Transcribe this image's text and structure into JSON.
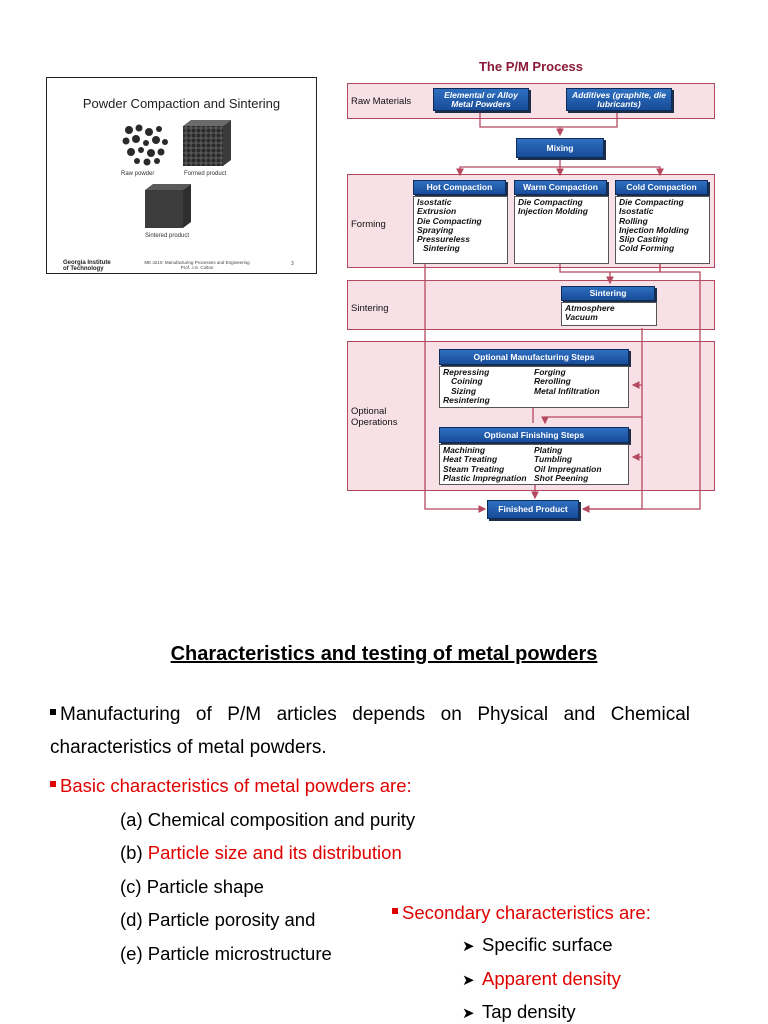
{
  "slide": {
    "title": "Powder Compaction and Sintering",
    "captions": [
      "Raw powder",
      "Formed product",
      "Sintered product"
    ],
    "logo_line1": "Georgia Institute",
    "logo_line2": "of Technology",
    "footer_line1": "ME 4210: Manufacturing Processes and Engineering",
    "footer_line2": "Prof. J.S. Colton",
    "page_number": "3"
  },
  "flowchart": {
    "title": "The P/M Process",
    "bands": [
      "Raw Materials",
      "Forming",
      "Sintering",
      "Optional Operations"
    ],
    "raw_boxes": [
      "Elemental or Alloy Metal Powders",
      "Additives (graphite, die lubricants)"
    ],
    "mixing": "Mixing",
    "hot": {
      "label": "Hot Compaction",
      "items": [
        "Isostatic",
        "Extrusion",
        "Die Compacting",
        "Spraying",
        "Pressureless",
        "Sintering"
      ]
    },
    "warm": {
      "label": "Warm Compaction",
      "items": [
        "Die Compacting",
        "Injection Molding"
      ]
    },
    "cold": {
      "label": "Cold Compaction",
      "items": [
        "Die Compacting",
        "Isostatic",
        "Rolling",
        "Injection Molding",
        "Slip Casting",
        "Cold Forming"
      ]
    },
    "sintering": {
      "label": "Sintering",
      "items": [
        "Atmosphere",
        "Vacuum"
      ]
    },
    "opt_mfg": {
      "label": "Optional Manufacturing Steps",
      "left": [
        "Repressing",
        "Coining",
        "Sizing",
        "Resintering"
      ],
      "right": [
        "Forging",
        "Rerolling",
        "Metal Infiltration"
      ]
    },
    "opt_fin": {
      "label": "Optional Finishing Steps",
      "left": [
        "Machining",
        "Heat Treating",
        "Steam Treating",
        "Plastic Impregnation"
      ],
      "right": [
        "Plating",
        "Tumbling",
        "Oil Impregnation",
        "Shot Peening"
      ]
    },
    "finished": "Finished Product",
    "colors": {
      "band_fill": "#f7e1e7",
      "band_border": "#b5485f",
      "box_blue": "#1f5aa8",
      "arrow": "#b5485f",
      "title": "#8b1a3a"
    }
  },
  "text": {
    "heading": "Characteristics and testing of metal powders",
    "para": "Manufacturing of P/M articles depends on Physical and Chemical characteristics of metal powders.",
    "basic_heading": "Basic characteristics of metal powders are:",
    "basic_items": [
      {
        "prefix": "(a) ",
        "text": "Chemical composition and purity"
      },
      {
        "prefix": "(b) ",
        "text": "Particle size and its distribution"
      },
      {
        "prefix": "(c) ",
        "text": "Particle shape"
      },
      {
        "prefix": "(d) ",
        "text": "Particle porosity and"
      },
      {
        "prefix": "(e) ",
        "text": "Particle microstructure"
      }
    ],
    "secondary_heading": "Secondary characteristics are:",
    "secondary_items": [
      "Specific surface",
      "Apparent density",
      "Tap density"
    ],
    "highlight_color": "#e00000"
  }
}
